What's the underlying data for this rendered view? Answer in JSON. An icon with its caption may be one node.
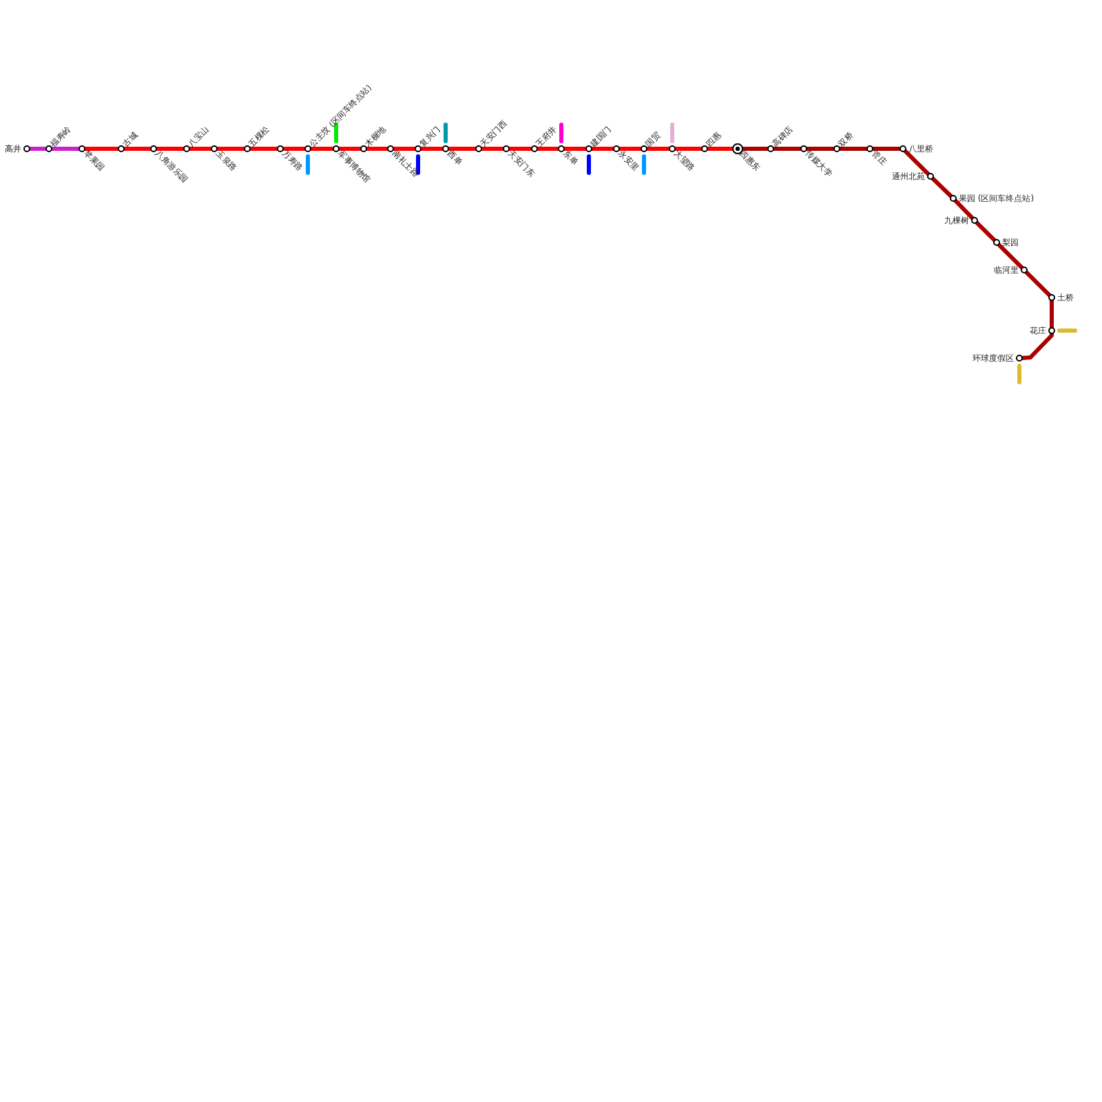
{
  "diagram": {
    "nodes": [
      {
        "text": [
          "高井"
        ]
      },
      {
        "text": [
          "福寿岭"
        ]
      },
      {
        "text": [
          "苹果园"
        ]
      },
      {
        "text": [
          "古城"
        ]
      },
      {
        "text": [
          "八角游乐园"
        ]
      },
      {
        "text": [
          "八宝山"
        ]
      },
      {
        "text": [
          "玉泉路"
        ]
      },
      {
        "text": [
          "五棵松"
        ]
      },
      {
        "text": [
          "万寿路"
        ]
      },
      {
        "text": [
          "公主坟 (区间车终点站)"
        ]
      },
      {
        "text": [
          "军事博物馆"
        ]
      },
      {
        "text": [
          "木樨地"
        ]
      },
      {
        "text": [
          "南礼士路"
        ]
      },
      {
        "text": [
          "复兴门"
        ]
      },
      {
        "text": [
          "西单"
        ]
      },
      {
        "text": [
          "天安门西"
        ]
      },
      {
        "text": [
          "天安门东"
        ]
      },
      {
        "text": [
          "王府井"
        ]
      },
      {
        "text": [
          "东单"
        ]
      },
      {
        "text": [
          "建国门"
        ]
      },
      {
        "text": [
          "永安里"
        ]
      },
      {
        "text": [
          "国贸"
        ]
      },
      {
        "text": [
          "大望路"
        ]
      },
      {
        "text": [
          "四惠"
        ]
      },
      {
        "text": [
          "四惠东"
        ]
      },
      {
        "text": [
          "高碑店"
        ]
      },
      {
        "text": [
          "传媒大学"
        ]
      },
      {
        "text": [
          "双桥"
        ]
      },
      {
        "text": [
          "管庄"
        ]
      },
      {
        "text": [
          "八里桥"
        ]
      },
      {
        "text": [
          "通州北苑"
        ]
      },
      {
        "text": [
          "果园 (区间车终点站)"
        ]
      },
      {
        "text": [
          "九棵树"
        ]
      },
      {
        "text": [
          "梨园"
        ]
      },
      {
        "text": [
          "临河里"
        ]
      },
      {
        "text": [
          "土桥"
        ]
      },
      {
        "text": [
          "花庄"
        ]
      },
      {
        "text": [
          "环球度假区"
        ]
      }
    ],
    "edges": [
      {
        "from": 0,
        "to": 1,
        "arrow": "none",
        "color": "#cc22cc"
      },
      {
        "from": 1,
        "to": 2,
        "arrow": "none",
        "color": "#cc22cc"
      },
      {
        "from": 2,
        "to": 3,
        "arrow": "none"
      },
      {
        "from": 3,
        "to": 4,
        "arrow": "none"
      },
      {
        "from": 4,
        "to": 5,
        "arrow": "none"
      },
      {
        "from": 5,
        "to": 6,
        "arrow": "none"
      },
      {
        "from": 6,
        "to": 7,
        "arrow": "none"
      },
      {
        "from": 7,
        "to": 8,
        "arrow": "none"
      },
      {
        "from": 8,
        "to": 9,
        "arrow": "none"
      },
      {
        "from": 9,
        "to": 10,
        "arrow": "none"
      },
      {
        "from": 10,
        "to": 11,
        "arrow": "none"
      },
      {
        "from": 11,
        "to": 12,
        "arrow": "none"
      },
      {
        "from": 12,
        "to": 13,
        "arrow": "none"
      },
      {
        "from": 13,
        "to": 14,
        "arrow": "none"
      },
      {
        "from": 14,
        "to": 15,
        "arrow": "none"
      },
      {
        "from": 15,
        "to": 16,
        "arrow": "none"
      },
      {
        "from": 16,
        "to": 17,
        "arrow": "none"
      },
      {
        "from": 17,
        "to": 18,
        "arrow": "none"
      },
      {
        "from": 18,
        "to": 19,
        "arrow": "none"
      },
      {
        "from": 19,
        "to": 20,
        "arrow": "none"
      },
      {
        "from": 20,
        "to": 21,
        "arrow": "none"
      },
      {
        "from": 21,
        "to": 22,
        "arrow": "none"
      },
      {
        "from": 22,
        "to": 23,
        "arrow": "none"
      },
      {
        "from": 23,
        "to": 24,
        "arrow": "none"
      },
      {
        "from": 24,
        "to": 25,
        "arrow": "none",
        "color": "#aa0000"
      },
      {
        "from": 25,
        "to": 26,
        "arrow": "none",
        "color": "#aa0000"
      },
      {
        "from": 26,
        "to": 27,
        "arrow": "none",
        "color": "#aa0000"
      },
      {
        "from": 27,
        "to": 28,
        "arrow": "none",
        "color": "#aa0000"
      },
      {
        "from": 28,
        "to": 29,
        "arrow": "none",
        "color": "#aa0000"
      },
      {
        "from": 29,
        "to": 30,
        "arrow": "none",
        "color": "#aa0000"
      },
      {
        "from": 30,
        "to": 31,
        "arrow": "none",
        "color": "#aa0000"
      },
      {
        "from": 31,
        "to": 32,
        "arrow": "none",
        "color": "#aa0000"
      },
      {
        "from": 32,
        "to": 33,
        "arrow": "none",
        "color": "#aa0000"
      },
      {
        "from": 33,
        "to": 34,
        "arrow": "none",
        "color": "#aa0000"
      },
      {
        "from": 34,
        "to": 35,
        "arrow": "none",
        "color": "#aa0000"
      },
      {
        "from": 35,
        "to": 36,
        "arrow": "none",
        "color": "#aa0000"
      },
      {
        "from": 36,
        "to": 37,
        "arrow": "none",
        "color": "#aa0000"
      }
    ]
  }
}
